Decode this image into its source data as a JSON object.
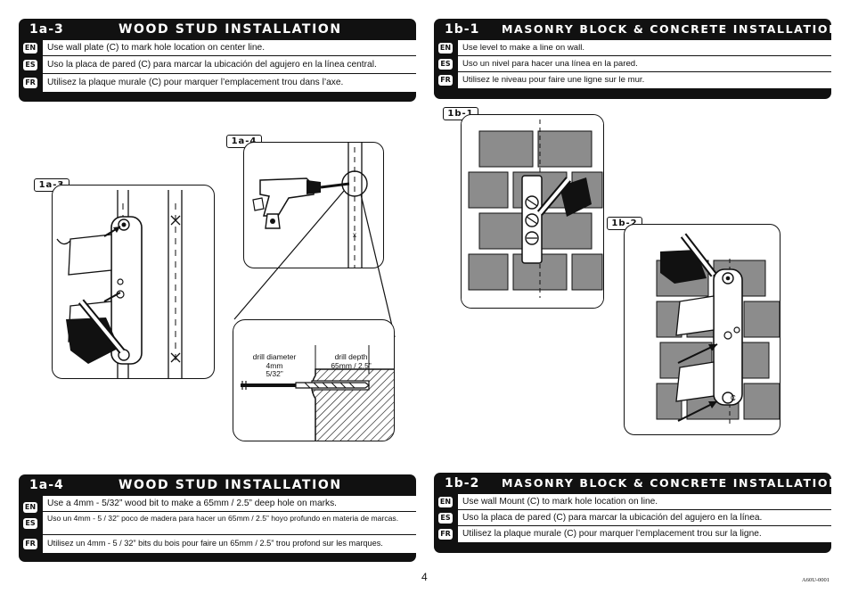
{
  "panels": {
    "p1a3": {
      "number": "1a-3",
      "title": "WOOD STUD INSTALLATION",
      "rows": [
        {
          "lang": "EN",
          "text": "Use wall plate (C) to mark hole location on center line."
        },
        {
          "lang": "ES",
          "text": "Uso la placa de pared (C) para marcar la ubicación del agujero en la línea central."
        },
        {
          "lang": "FR",
          "text": "Utilisez la plaque murale (C) pour marquer l’emplacement trou dans l’axe."
        }
      ]
    },
    "p1b1": {
      "number": "1b-1",
      "title": "MASONRY BLOCK & CONCRETE INSTALLATION",
      "rows": [
        {
          "lang": "EN",
          "text": "Use level to make a line on wall."
        },
        {
          "lang": "ES",
          "text": "Uso un nivel para hacer una línea en la pared."
        },
        {
          "lang": "FR",
          "text": "Utilisez le niveau pour faire une ligne sur le mur."
        }
      ]
    },
    "p1a4": {
      "number": "1a-4",
      "title": "WOOD STUD INSTALLATION",
      "rows": [
        {
          "lang": "EN",
          "text": "Use a 4mm - 5/32” wood bit to make a 65mm / 2.5” deep hole on marks."
        },
        {
          "lang": "ES",
          "text": "Uso un 4mm - 5 / 32” poco de madera para hacer un 65mm / 2.5” hoyo profundo en materia de marcas."
        },
        {
          "lang": "FR",
          "text": "Utilisez un 4mm - 5 / 32” bits du bois pour faire un 65mm / 2.5” trou profond sur les marques."
        }
      ]
    },
    "p1b2": {
      "number": "1b-2",
      "title": "MASONRY BLOCK & CONCRETE INSTALLATION",
      "rows": [
        {
          "lang": "EN",
          "text": "Use wall Mount (C) to mark hole location on line."
        },
        {
          "lang": "ES",
          "text": "Uso la placa de pared (C) para marcar la ubicación del agujero en la línea."
        },
        {
          "lang": "FR",
          "text": "Utilisez la plaque murale (C) pour marquer l’emplacement trou sur la ligne."
        }
      ]
    }
  },
  "figures": {
    "fig_1a3": "1a-3",
    "fig_1a4": "1a-4",
    "fig_1b1": "1b-1",
    "fig_1b2": "1b-2",
    "drill_diameter_label": "drill diameter",
    "drill_diameter_mm": "4mm",
    "drill_diameter_in": "5/32”",
    "drill_depth_label": "drill depth",
    "drill_depth_value": "65mm / 2.5”",
    "mark_x": "x",
    "plate_letter": "C"
  },
  "footer": {
    "page_number": "4",
    "doc_code": "A60U-0001"
  },
  "colors": {
    "panel": "#111111",
    "block_fill": "#8c8c8c",
    "mortar": "#ffffff"
  }
}
